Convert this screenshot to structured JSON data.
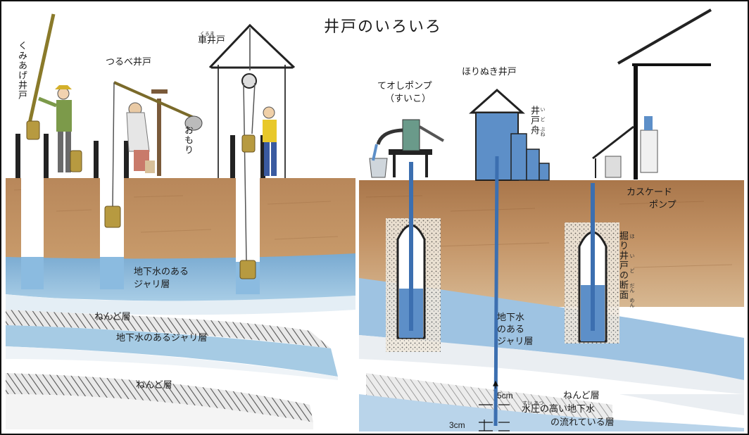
{
  "title": "井戸のいろいろ",
  "wells": {
    "kumiage": "くみあげ井戸",
    "tsurube": "つるべ井戸",
    "omori": "おもり",
    "kuruma": "車井戸",
    "kuruma_ruby": "くるま",
    "teoshi_1": "てオしポンプ",
    "teoshi_2": "（すいこ）",
    "horinuki": "ほりぬき井戸",
    "idobune": "井戸舟",
    "idobune_ruby": "い　ど　ぶね",
    "cascade_1": "カスケード",
    "cascade_2": "ポンプ",
    "horiido": "掘り井戸の断面",
    "horiido_ruby": "ほ　　　い　　ど　　だん　めん"
  },
  "strata": {
    "gravel_water_left": "地下水のある\nジャリ層",
    "clay_1": "ねんど層",
    "gravel_water_2": "地下水のあるジャリ層",
    "clay_2": "ねんど層",
    "gravel_water_right": "地下水\nのある\nジャリ層",
    "clay_right": "ねんど層",
    "pressured_1": "水圧の高い地下水",
    "pressured_ruby": "すい あつ",
    "pressured_2": "の流れている層"
  },
  "dimensions": {
    "d5": "5cm",
    "d3": "3cm"
  }
}
